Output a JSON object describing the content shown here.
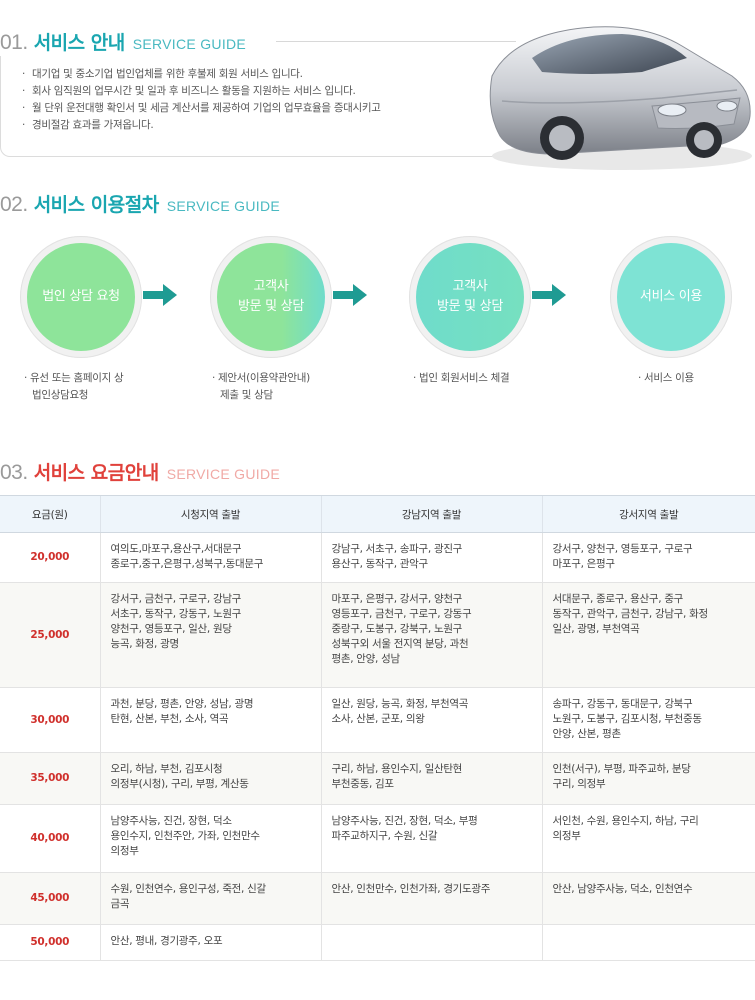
{
  "section1": {
    "num": "01.",
    "title": "서비스 안내",
    "en": "SERVICE GUIDE",
    "items": [
      "대기업 및 중소기업 법인업체를 위한 후불제 회원 서비스 입니다.",
      "회사 임직원의 업무시간 및 일과 후 비즈니스 활동을 지원하는 서비스 입니다.",
      "월 단위 운전대행 확인서 및 세금 계산서를 제공하여 기업의 업무효율을 증대시키고",
      "경비절감 효과를 가져옵니다."
    ]
  },
  "section2": {
    "num": "02.",
    "title": "서비스 이용절차",
    "en": "SERVICE GUIDE",
    "steps": [
      {
        "label1": "법인 상담 요청",
        "label2": "",
        "desc1": "유선 또는 홈페이지 상",
        "desc2": "법인상담요청"
      },
      {
        "label1": "고객사",
        "label2": "방문 및 상담",
        "desc1": "제안서(이용약관안내)",
        "desc2": "제출 및 상담"
      },
      {
        "label1": "고객사",
        "label2": "방문 및 상담",
        "desc1": "법인 회원서비스 체결",
        "desc2": ""
      },
      {
        "label1": "서비스 이용",
        "label2": "",
        "desc1": "서비스 이용",
        "desc2": ""
      }
    ],
    "bullet": "·"
  },
  "section3": {
    "num": "03.",
    "title": "서비스 요금안내",
    "en": "SERVICE GUIDE",
    "headers": [
      "요금(원)",
      "시청지역 출발",
      "강남지역 출발",
      "강서지역 출발"
    ],
    "rows": [
      {
        "price": "20,000",
        "c1": [
          "여의도,마포구,용산구,서대문구",
          "종로구,중구,은평구,성북구,동대문구"
        ],
        "c2": [
          "강남구, 서초구, 송파구, 광진구",
          "용산구, 동작구, 관악구"
        ],
        "c3": [
          "강서구, 양천구, 영등포구, 구로구",
          "마포구, 은평구"
        ]
      },
      {
        "price": "25,000",
        "c1": [
          "강서구, 금천구, 구로구, 강남구",
          "서초구, 동작구, 강동구, 노원구",
          "양천구, 영등포구, 일산, 원당",
          "능곡, 화정, 광명"
        ],
        "c2": [
          "마포구, 은평구, 강서구, 양천구",
          "영등포구, 금천구, 구로구, 강동구",
          "중랑구, 도봉구, 강북구, 노원구",
          "성북구외 서울 전지역 분당, 과천",
          "평촌, 안양, 성남"
        ],
        "c3": [
          "서대문구, 종로구, 용산구, 중구",
          "동작구, 관악구, 금천구, 강남구, 화정",
          "일산, 광명, 부천역곡"
        ]
      },
      {
        "price": "30,000",
        "c1": [
          "과천, 분당, 평촌, 안양, 성남, 광명",
          "탄현, 산본, 부천, 소사, 역곡"
        ],
        "c2": [
          "일산, 원당, 능곡, 화정, 부천역곡",
          "소사, 산본, 군포, 의왕"
        ],
        "c3": [
          "송파구, 강동구, 동대문구, 강북구",
          "노원구, 도봉구, 김포시청, 부천중동",
          "안양, 산본, 평촌"
        ]
      },
      {
        "price": "35,000",
        "c1": [
          "오리, 하남, 부천, 김포시청",
          "의정부(시청), 구리, 부평, 계산동"
        ],
        "c2": [
          "구리, 하남, 용인수지, 일산탄현",
          "부천중동, 김포"
        ],
        "c3": [
          "인천(서구), 부평, 파주교하, 분당",
          "구리, 의정부"
        ]
      },
      {
        "price": "40,000",
        "c1": [
          "남양주사능, 진건, 장현, 덕소",
          "용인수지, 인천주안, 가좌, 인천만수",
          "의정부"
        ],
        "c2": [
          "남양주사능, 진건, 장현, 덕소, 부평",
          "파주교하지구, 수원, 신갈"
        ],
        "c3": [
          "서인천, 수원, 용인수지, 하남, 구리",
          "의정부"
        ]
      },
      {
        "price": "45,000",
        "c1": [
          "수원, 인천연수, 용인구성, 죽전, 신갈",
          "금곡"
        ],
        "c2": [
          "안산, 인천만수, 인천가좌, 경기도광주"
        ],
        "c3": [
          "안산, 남양주사능, 덕소, 인천연수"
        ]
      },
      {
        "price": "50,000",
        "c1": [
          "안산, 평내, 경기광주, 오포"
        ],
        "c2": [],
        "c3": []
      }
    ]
  },
  "colors": {
    "teal_title": "#1aa6b0",
    "red_title": "#e0413b",
    "arrow": "#1f9b93",
    "step_green": "#8ee49a",
    "step_teal": "#6fdccb",
    "price_red": "#d0302c"
  },
  "icons": {
    "arrow": "arrow-right-icon",
    "car": "silver-sports-car-icon"
  }
}
